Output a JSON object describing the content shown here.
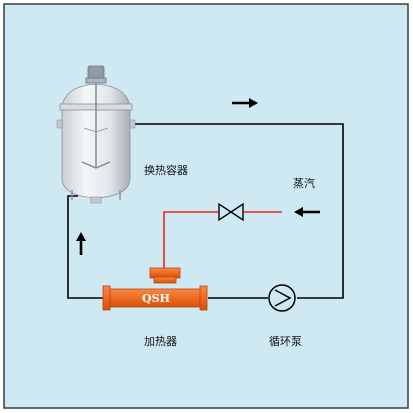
{
  "labels": {
    "vessel": "换热容器",
    "steam": "蒸汽",
    "heater": "加热器",
    "pump": "循环泵",
    "heater_tag": "QSH"
  },
  "colors": {
    "background": "#cfe9f3",
    "border": "#3a3a3a",
    "pipe": "#000000",
    "steam_line": "#e8271d",
    "heater_body": "#f06a1f",
    "heater_edge": "#b8440e"
  }
}
